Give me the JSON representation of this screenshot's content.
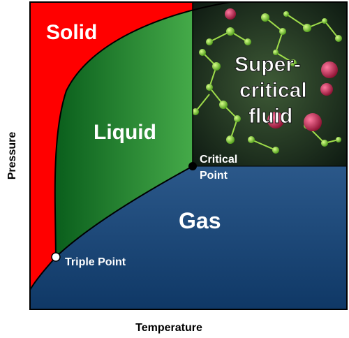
{
  "diagram": {
    "regions": {
      "solid": "Solid",
      "liquid": "Liquid",
      "gas": "Gas",
      "supercritical_line1": "Super-",
      "supercritical_line2": "critical",
      "supercritical_line3": "fluid"
    },
    "points": {
      "critical_line1": "Critical",
      "critical_line2": "Point",
      "triple": "Triple Point"
    },
    "axes": {
      "x": "Temperature",
      "y": "Pressure"
    },
    "colors": {
      "solid": "#ff0000",
      "liquid_dark": "#0a6e22",
      "liquid_light": "#4cb84c",
      "gas_top": "#4a7ab0",
      "gas_bottom": "#103a6a",
      "supercritical_bg": "#1c2a1a",
      "molecule_green": "#8ad43a",
      "molecule_red": "#c0204a"
    }
  }
}
